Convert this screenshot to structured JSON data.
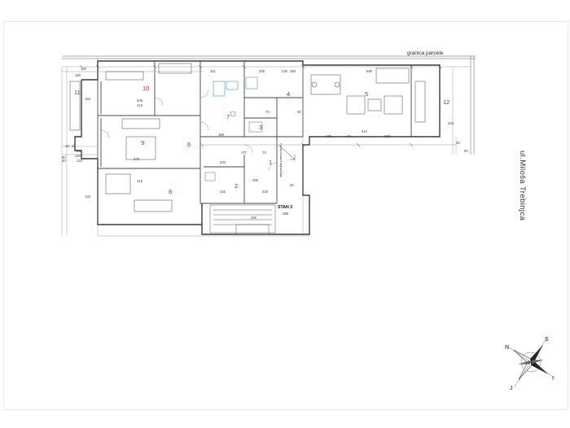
{
  "plan": {
    "parcel_label": "granica parcele",
    "street_label": "ul.Miloša Trebinjca",
    "apartment_label": "STAN 3",
    "apartment_dim": "160",
    "rooms": [
      "1",
      "2",
      "3",
      "4",
      "5",
      "6",
      "7",
      "8",
      "9",
      "10",
      "11",
      "12"
    ],
    "top_dims": [
      "120",
      "150",
      "415",
      "505",
      "151",
      "305",
      "380",
      "235",
      "580"
    ],
    "mid_dims": [
      "180",
      "230",
      "177",
      "74",
      "70",
      "60",
      "175",
      "40",
      "610",
      "330"
    ],
    "left_dims": [
      "40",
      "20",
      "150",
      "120",
      "90",
      "30",
      "120",
      "120",
      "150"
    ],
    "lower_dims": [
      "375",
      "415",
      "220",
      "265",
      "220",
      "45",
      "485"
    ],
    "right_dims": [
      "220",
      "90",
      "20"
    ],
    "stair_note": "stepenište prema krovu"
  },
  "compass": {
    "labels": [
      "S",
      "N",
      "I",
      "J"
    ]
  },
  "colors": {
    "wall": "#3a3a3a",
    "room_number": "#d41a1a",
    "furniture": "#555555",
    "accent_blue": "#3a8fd8"
  }
}
